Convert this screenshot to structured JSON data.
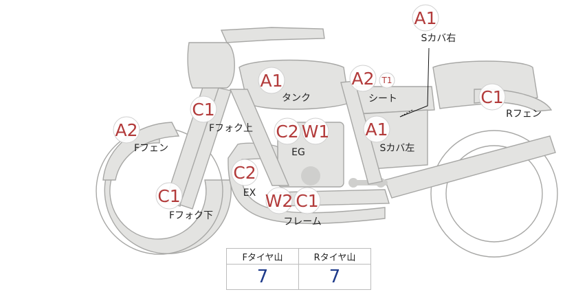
{
  "parts": [
    {
      "id": "s-cover-right",
      "grade": "A1",
      "label": "Sカバ右"
    },
    {
      "id": "tank",
      "grade": "A1",
      "label": "タンク"
    },
    {
      "id": "seat",
      "grade": "A2",
      "sub": "T1",
      "label": "シート"
    },
    {
      "id": "r-fender",
      "grade": "C1",
      "label": "Rフェン"
    },
    {
      "id": "f-fork-upper",
      "grade": "C1",
      "label": "Fフォク上"
    },
    {
      "id": "f-fender",
      "grade": "A2",
      "label": "Fフェン"
    },
    {
      "id": "eg",
      "grades": [
        "C2",
        "W1"
      ],
      "label": "EG"
    },
    {
      "id": "s-cover-left",
      "grade": "A1",
      "label": "Sカバ左"
    },
    {
      "id": "ex",
      "grade": "C2",
      "label": "EX"
    },
    {
      "id": "frame",
      "grades": [
        "W2",
        "C1"
      ],
      "label": "フレーム"
    },
    {
      "id": "f-fork-lower",
      "grade": "C1",
      "label": "Fフォク下"
    }
  ],
  "tire_table": {
    "headers": [
      "Fタイヤ山",
      "Rタイヤ山"
    ],
    "values": [
      "7",
      "7"
    ]
  }
}
